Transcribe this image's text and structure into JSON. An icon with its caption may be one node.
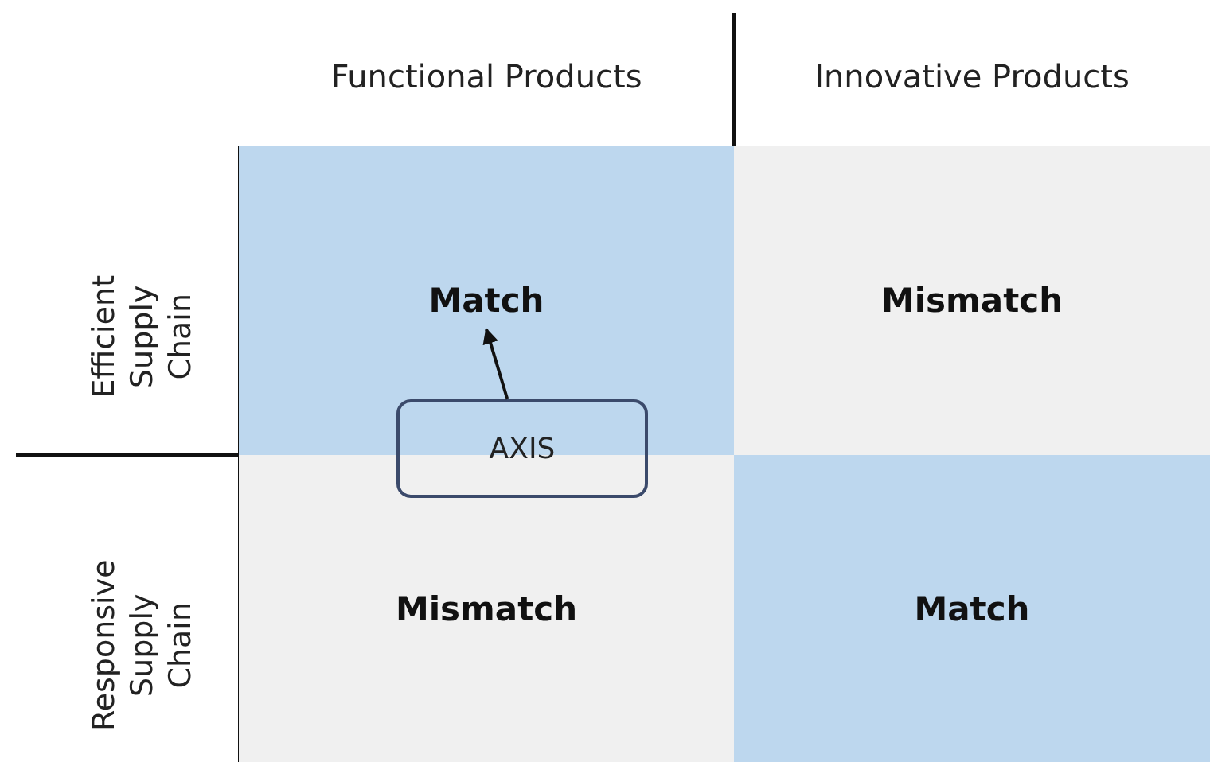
{
  "diagram": {
    "nodes": [
      {
        "text": [
          "Match"
        ]
      },
      {
        "text": [
          "Mismatch"
        ]
      },
      {
        "text": [
          "Mismatch"
        ]
      },
      {
        "text": [
          "Match"
        ]
      },
      {
        "text": [
          "AXIS"
        ]
      }
    ],
    "edges": [
      {
        "from": 4,
        "to": 0,
        "arrow": "to"
      }
    ],
    "labels": [
      "Functional Products",
      "Innovative Products",
      "Efficient Supply Chain",
      "Responsive Supply Chain"
    ]
  }
}
